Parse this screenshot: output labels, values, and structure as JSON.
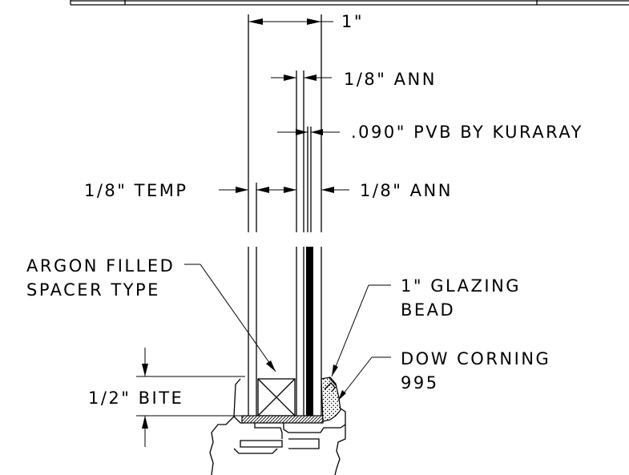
{
  "callouts": {
    "overall": "1\"",
    "outer_lite": "1/8\" ANN",
    "interlayer": ".090\" PVB BY KURARAY",
    "inner_lite_left": "1/8\" TEMP",
    "inner_lite_right": "1/8\" ANN",
    "spacer_line1": "ARGON FILLED",
    "spacer_line2": "SPACER TYPE",
    "bead_line1": "1\" GLAZING",
    "bead_line2": "BEAD",
    "sealant_line1": "DOW CORNING",
    "sealant_line2": "995",
    "bite": "1/2\" BITE"
  }
}
